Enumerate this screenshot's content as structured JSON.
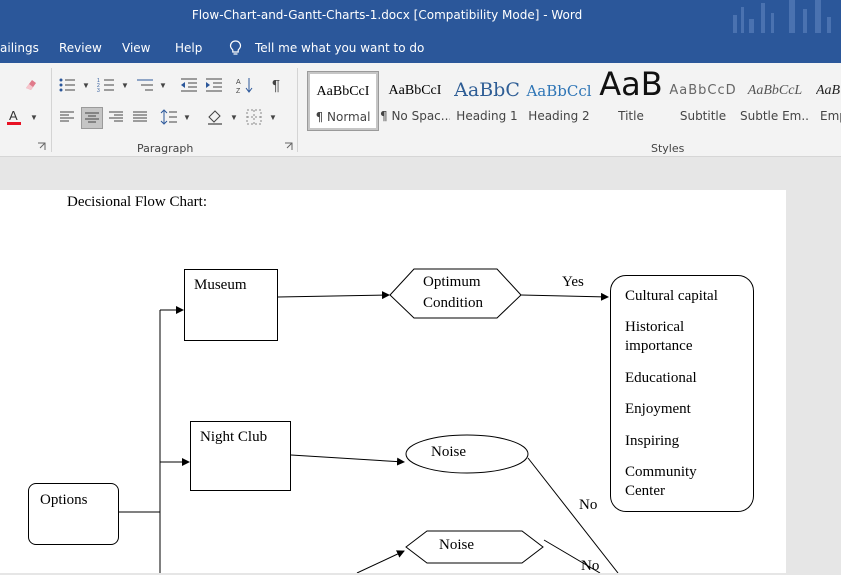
{
  "window": {
    "title": "Flow-Chart-and-Gantt-Charts-1.docx [Compatibility Mode]  -  Word"
  },
  "menu": {
    "items": [
      "ailings",
      "Review",
      "View",
      "Help"
    ],
    "tell_me": "Tell me what you want to do"
  },
  "ribbon": {
    "paragraph_label": "Paragraph",
    "styles_label": "Styles",
    "styles": [
      {
        "preview": "AaBbCcI",
        "label": "¶ Normal",
        "selected": true
      },
      {
        "preview": "AaBbCcI",
        "label": "¶ No Spac...",
        "selected": false
      },
      {
        "preview": "AaBbC",
        "label": "Heading 1",
        "selected": false
      },
      {
        "preview": "AaBbCcl",
        "label": "Heading 2",
        "selected": false
      },
      {
        "preview": "AaB",
        "label": "Title",
        "selected": false
      },
      {
        "preview": "AaBbCcD",
        "label": "Subtitle",
        "selected": false
      },
      {
        "preview": "AaBbCcL",
        "label": "Subtle Em...",
        "selected": false
      },
      {
        "preview": "AaB",
        "label": "Emp",
        "selected": false
      }
    ]
  },
  "document": {
    "heading": "Decisional Flow Chart:",
    "nodes": {
      "options": "Options",
      "museum": "Museum",
      "night_club": "Night Club",
      "optimum_condition_line1": "Optimum",
      "optimum_condition_line2": "Condition",
      "noise_ellipse": "Noise",
      "noise_hexagon": "Noise"
    },
    "edge_labels": {
      "yes": "Yes",
      "no1": "No",
      "no2": "No"
    },
    "outcomes": [
      "Cultural capital",
      "Historical",
      "importance",
      "Educational",
      "Enjoyment",
      "Inspiring",
      "Community",
      "Center"
    ]
  },
  "colors": {
    "titlebar": "#2b579a",
    "ribbon": "#f3f3f3",
    "font_color_red": "#e81123"
  }
}
